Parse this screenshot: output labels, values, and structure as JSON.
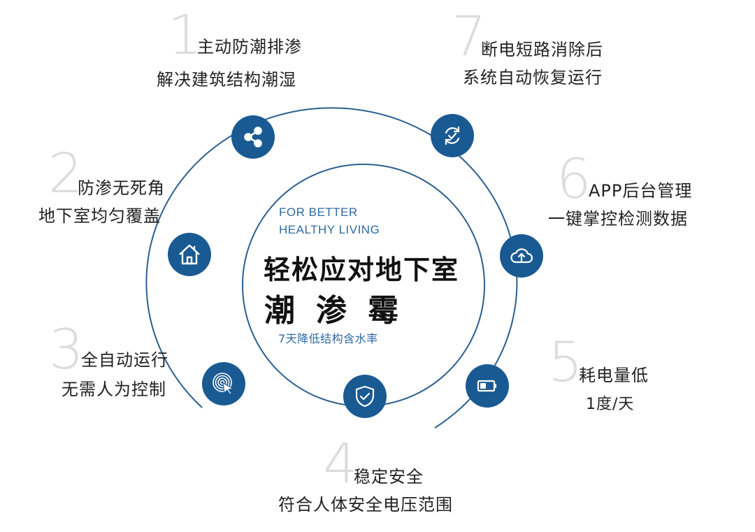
{
  "colors": {
    "accent": "#1a5a93",
    "ring": "#2b5f8e",
    "numeral": "#dcdcdc",
    "center_text_blue": "#2d6aa3"
  },
  "center": {
    "en_line1": "FOR BETTER",
    "en_line2": "HEALTHY LIVING",
    "title": "轻松应对地下室",
    "subtitle": "潮渗霉",
    "note": "7天降低结构含水率"
  },
  "features": [
    {
      "number": "1",
      "line1": "主动防潮排渗",
      "line2": "解决建筑结构潮湿",
      "icon": "share-icon"
    },
    {
      "number": "2",
      "line1": "防渗无死角",
      "line2": "地下室均匀覆盖",
      "icon": "home-icon"
    },
    {
      "number": "3",
      "line1": "全自动运行",
      "line2": "无需人为控制",
      "icon": "target-click-icon"
    },
    {
      "number": "4",
      "line1": "稳定安全",
      "line2": "符合人体安全电压范围",
      "icon": "shield-check-icon"
    },
    {
      "number": "5",
      "line1": "耗电量低",
      "line2": "1度/天",
      "icon": "battery-icon"
    },
    {
      "number": "6",
      "line1": "APP后台管理",
      "line2": "一键掌控检测数据",
      "icon": "cloud-upload-icon"
    },
    {
      "number": "7",
      "line1": "断电短路消除后",
      "line2": "系统自动恢复运行",
      "icon": "refresh-check-icon"
    }
  ]
}
